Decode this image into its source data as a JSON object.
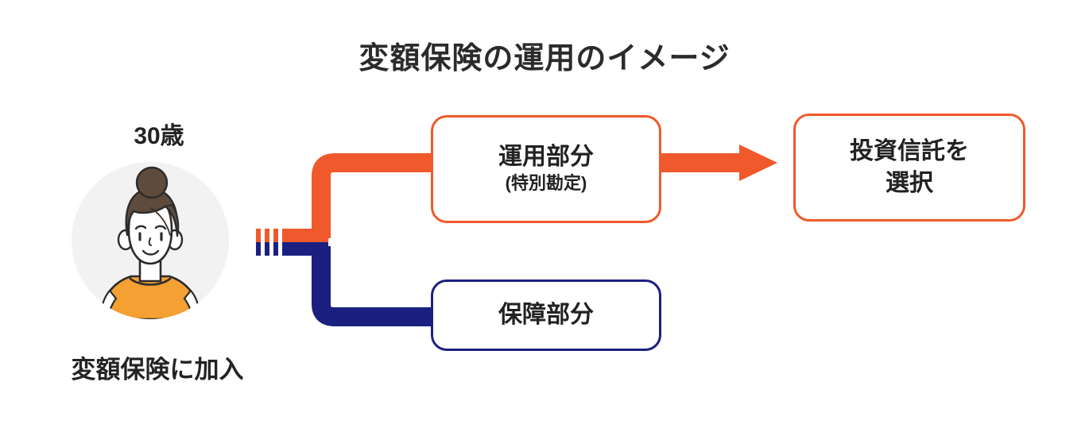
{
  "page": {
    "title": "変額保険の運用のイメージ",
    "background": "#ffffff"
  },
  "colors": {
    "orange": "#F0592B",
    "navy": "#1B2080",
    "text": "#232323",
    "circle_background": "#f2f2f2",
    "hair": "#5E4B3C",
    "shirt": "#F5A033",
    "outline": "#2b2b2b"
  },
  "person": {
    "age_label": "30歳",
    "caption": "変額保険に加入",
    "avatar_icon": "woman-avatar-icon"
  },
  "connectors": {
    "split_icon": "split-branch-icon",
    "dash_count": 3,
    "arrow_icon": "arrow-right-icon",
    "branches": [
      {
        "name": "investment-branch",
        "color": "#F0592B",
        "direction": "up"
      },
      {
        "name": "protection-branch",
        "color": "#1B2080",
        "direction": "down"
      }
    ]
  },
  "nodes": {
    "investment": {
      "label": "運用部分",
      "sublabel": "(特別勘定)",
      "border_color": "#F0592B"
    },
    "protection": {
      "label": "保障部分",
      "sublabel": "",
      "border_color": "#1B2080"
    },
    "trust": {
      "label_line1": "投資信託を",
      "label_line2": "選択",
      "border_color": "#F0592B"
    }
  }
}
